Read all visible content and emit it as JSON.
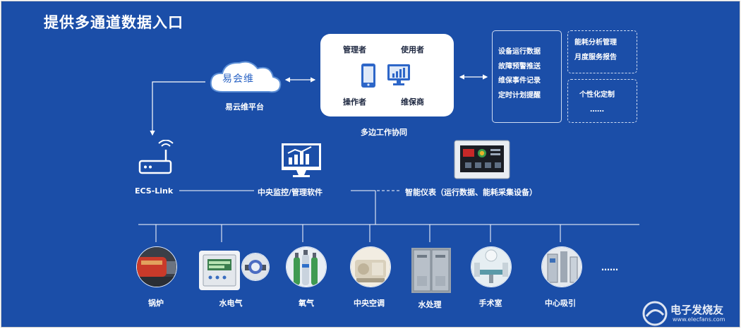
{
  "title": "提供多通道数据入口",
  "cloud": {
    "logo_text": "易会维",
    "label": "易云维平台"
  },
  "roles": {
    "top_left": "管理者",
    "top_right": "使用者",
    "bottom_left": "操作者",
    "bottom_right": "维保商",
    "caption": "多边工作协同"
  },
  "functions": [
    "设备运行数据",
    "故障预警推送",
    "维保事件记录",
    "定时计划提醒"
  ],
  "services_top": [
    "能耗分析管理",
    "月度服务报告"
  ],
  "services_bottom": [
    "个性化定制",
    "……"
  ],
  "ecs_link": "ECS-Link",
  "central_software": "中央监控/管理软件",
  "smart_meter": "智能仪表（运行数据、能耗采集设备）",
  "facilities": [
    "锅炉",
    "水电气",
    "氧气",
    "中央空调",
    "水处理",
    "手术室",
    "中心吸引"
  ],
  "more": "……",
  "watermark": {
    "main": "电子发烧友",
    "url": "www.elecfans.com"
  }
}
